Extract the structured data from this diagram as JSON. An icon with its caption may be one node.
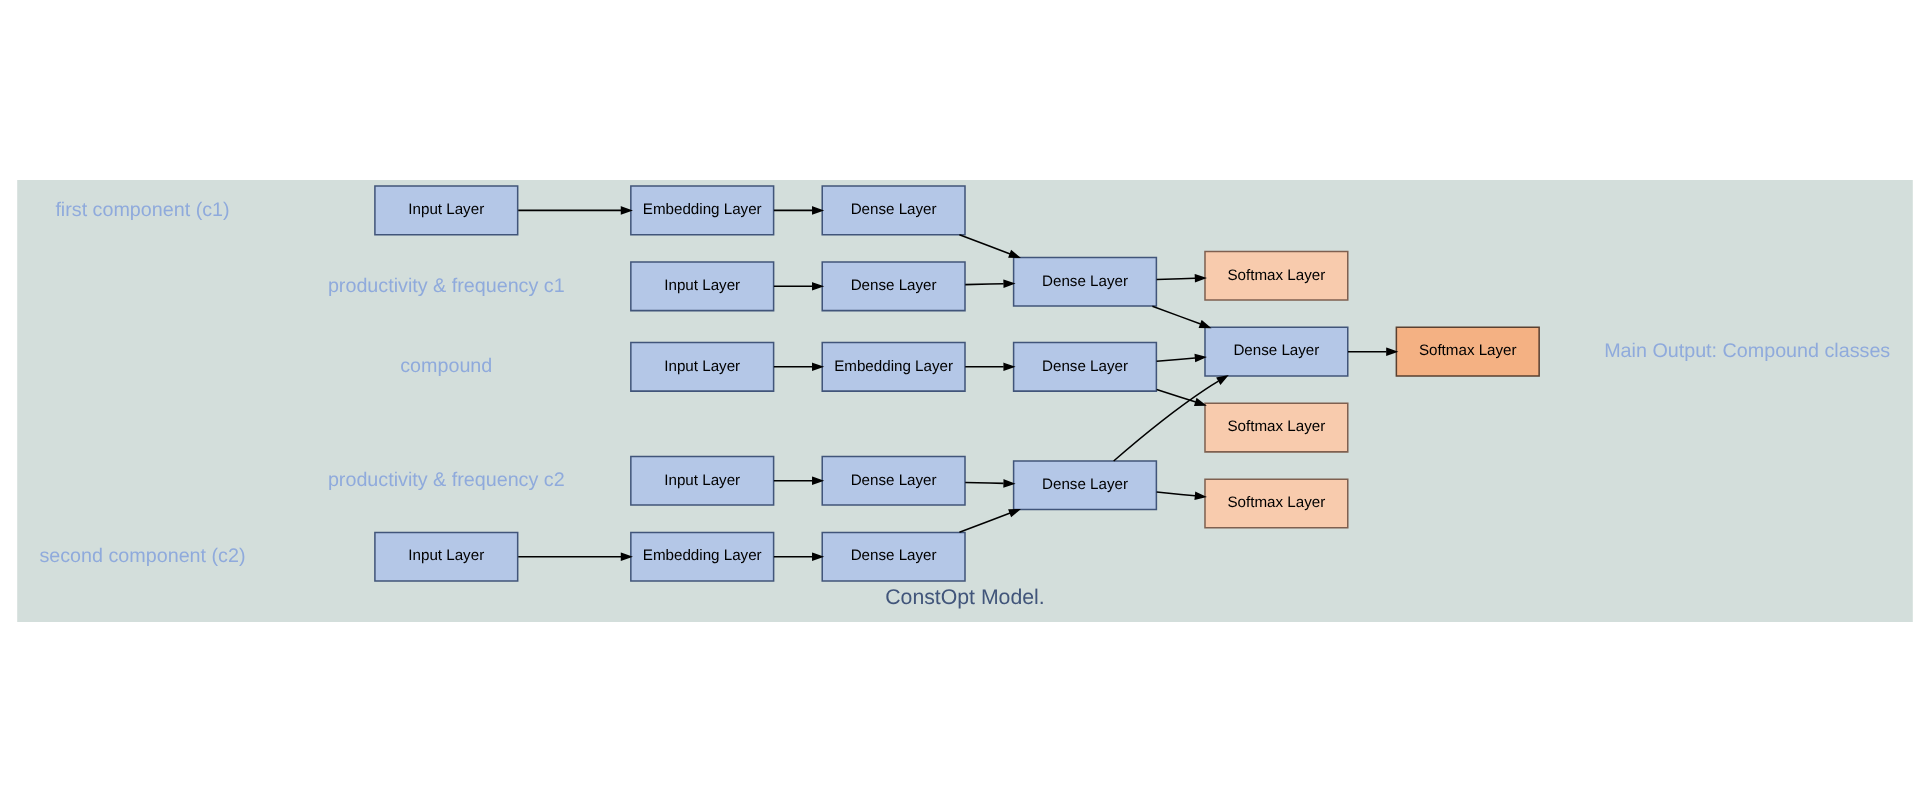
{
  "diagram": {
    "caption": "ConstOpt Model.",
    "nodes": [
      {
        "text": [
          "Input Layer"
        ]
      },
      {
        "text": [
          "Dense Layer"
        ]
      },
      {
        "text": [
          "Input Layer"
        ]
      },
      {
        "text": [
          "Embedding Layer"
        ]
      },
      {
        "text": [
          "Dense Layer"
        ]
      },
      {
        "text": [
          "Dense Layer"
        ]
      },
      {
        "text": [
          "Softmax Layer"
        ]
      },
      {
        "text": [
          "Input Layer"
        ]
      },
      {
        "text": [
          "Embedding Layer"
        ]
      },
      {
        "text": [
          "Dense Layer"
        ]
      },
      {
        "text": [
          "Dense Layer"
        ]
      },
      {
        "text": [
          "Softmax Layer"
        ]
      },
      {
        "text": [
          "Input Layer"
        ]
      },
      {
        "text": [
          "Embedding Layer"
        ]
      },
      {
        "text": [
          "Dense Layer"
        ]
      },
      {
        "text": [
          "Softmax Layer"
        ]
      },
      {
        "text": [
          "Dense Layer"
        ]
      },
      {
        "text": [
          "Softmax Layer"
        ]
      },
      {
        "text": [
          "Input Layer"
        ]
      },
      {
        "text": [
          "Dense Layer"
        ]
      }
    ],
    "edges": [
      {
        "from": 0,
        "to": 1,
        "arrow": "to"
      },
      {
        "from": 1,
        "to": 5,
        "arrow": "to"
      },
      {
        "from": 2,
        "to": 3,
        "arrow": "to"
      },
      {
        "from": 3,
        "to": 4,
        "arrow": "to"
      },
      {
        "from": 4,
        "to": 5,
        "arrow": "to"
      },
      {
        "from": 5,
        "to": 6,
        "arrow": "to"
      },
      {
        "from": 5,
        "to": 10,
        "arrow": "to"
      },
      {
        "from": 7,
        "to": 8,
        "arrow": "to"
      },
      {
        "from": 8,
        "to": 9,
        "arrow": "to"
      },
      {
        "from": 9,
        "to": 10,
        "arrow": "to"
      },
      {
        "from": 9,
        "to": 15,
        "arrow": "to"
      },
      {
        "from": 10,
        "to": 11,
        "arrow": "to"
      },
      {
        "from": 12,
        "to": 13,
        "arrow": "to"
      },
      {
        "from": 13,
        "to": 14,
        "arrow": "to"
      },
      {
        "from": 14,
        "to": 16,
        "arrow": "to"
      },
      {
        "from": 18,
        "to": 19,
        "arrow": "to"
      },
      {
        "from": 19,
        "to": 16,
        "arrow": "to"
      },
      {
        "from": 16,
        "to": 17,
        "arrow": "to"
      },
      {
        "from": 16,
        "to": 10,
        "arrow": "to"
      }
    ],
    "labels": [
      "productivity & frequency c1",
      "first component (c1)",
      "compound",
      "second component (c2)",
      "productivity & frequency c2",
      "Main Output: Compound classes"
    ]
  }
}
